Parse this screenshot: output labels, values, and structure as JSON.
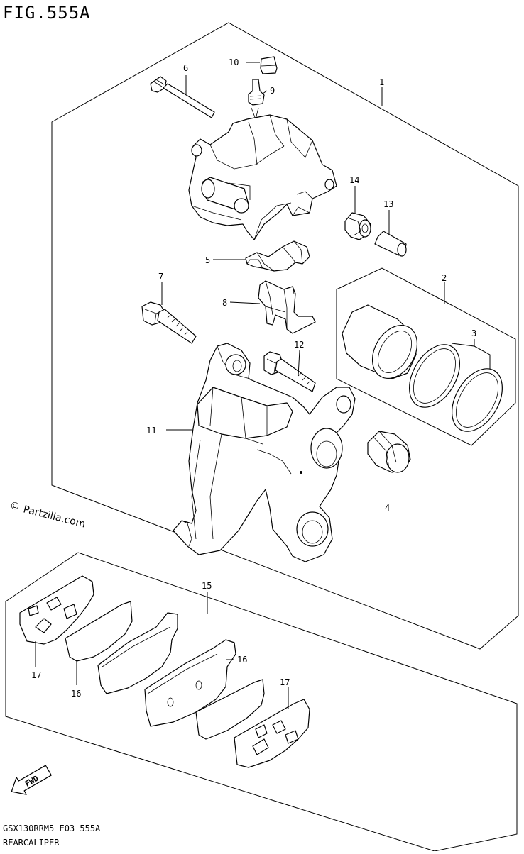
{
  "figure": {
    "title": "FIG.555A",
    "code": "GSX130RRM5_E03_555A",
    "caption": "REARCALIPER",
    "watermark": "Partzilla.com",
    "watermark_symbol": "©",
    "fwd_label": "FWD"
  },
  "callouts": {
    "c1": "1",
    "c2": "2",
    "c3": "3",
    "c4": "4",
    "c5": "5",
    "c6": "6",
    "c7": "7",
    "c8": "8",
    "c9": "9",
    "c10": "10",
    "c11": "11",
    "c12": "12",
    "c13": "13",
    "c14": "14",
    "c15": "15",
    "c16a": "16",
    "c16b": "16",
    "c17a": "17",
    "c17b": "17"
  }
}
